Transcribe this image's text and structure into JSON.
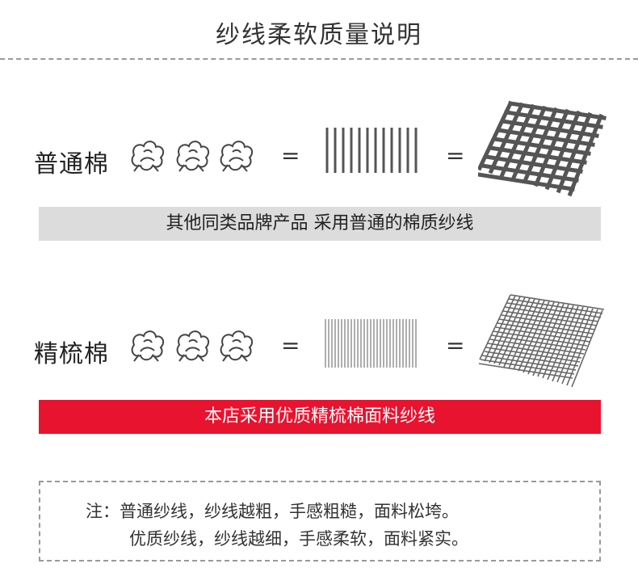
{
  "header": {
    "title": "纱线柔软质量说明"
  },
  "rows": [
    {
      "label": "普通棉",
      "banner": "其他同类品牌产品 采用普通的棉质纱线"
    },
    {
      "label": "精梳棉",
      "banner": "本店采用优质精梳棉面料纱线"
    }
  ],
  "symbols": {
    "equals": "="
  },
  "icons": {
    "cotton": "cotton-boll-icon"
  },
  "colors": {
    "red_banner": "#e8132f",
    "grey_banner": "#dcdcdc"
  },
  "note": {
    "line1": "注：普通纱线，纱线越粗，手感粗糙，面料松垮。",
    "line2": "优质纱线，纱线越细，手感柔软，面料紧实。"
  }
}
